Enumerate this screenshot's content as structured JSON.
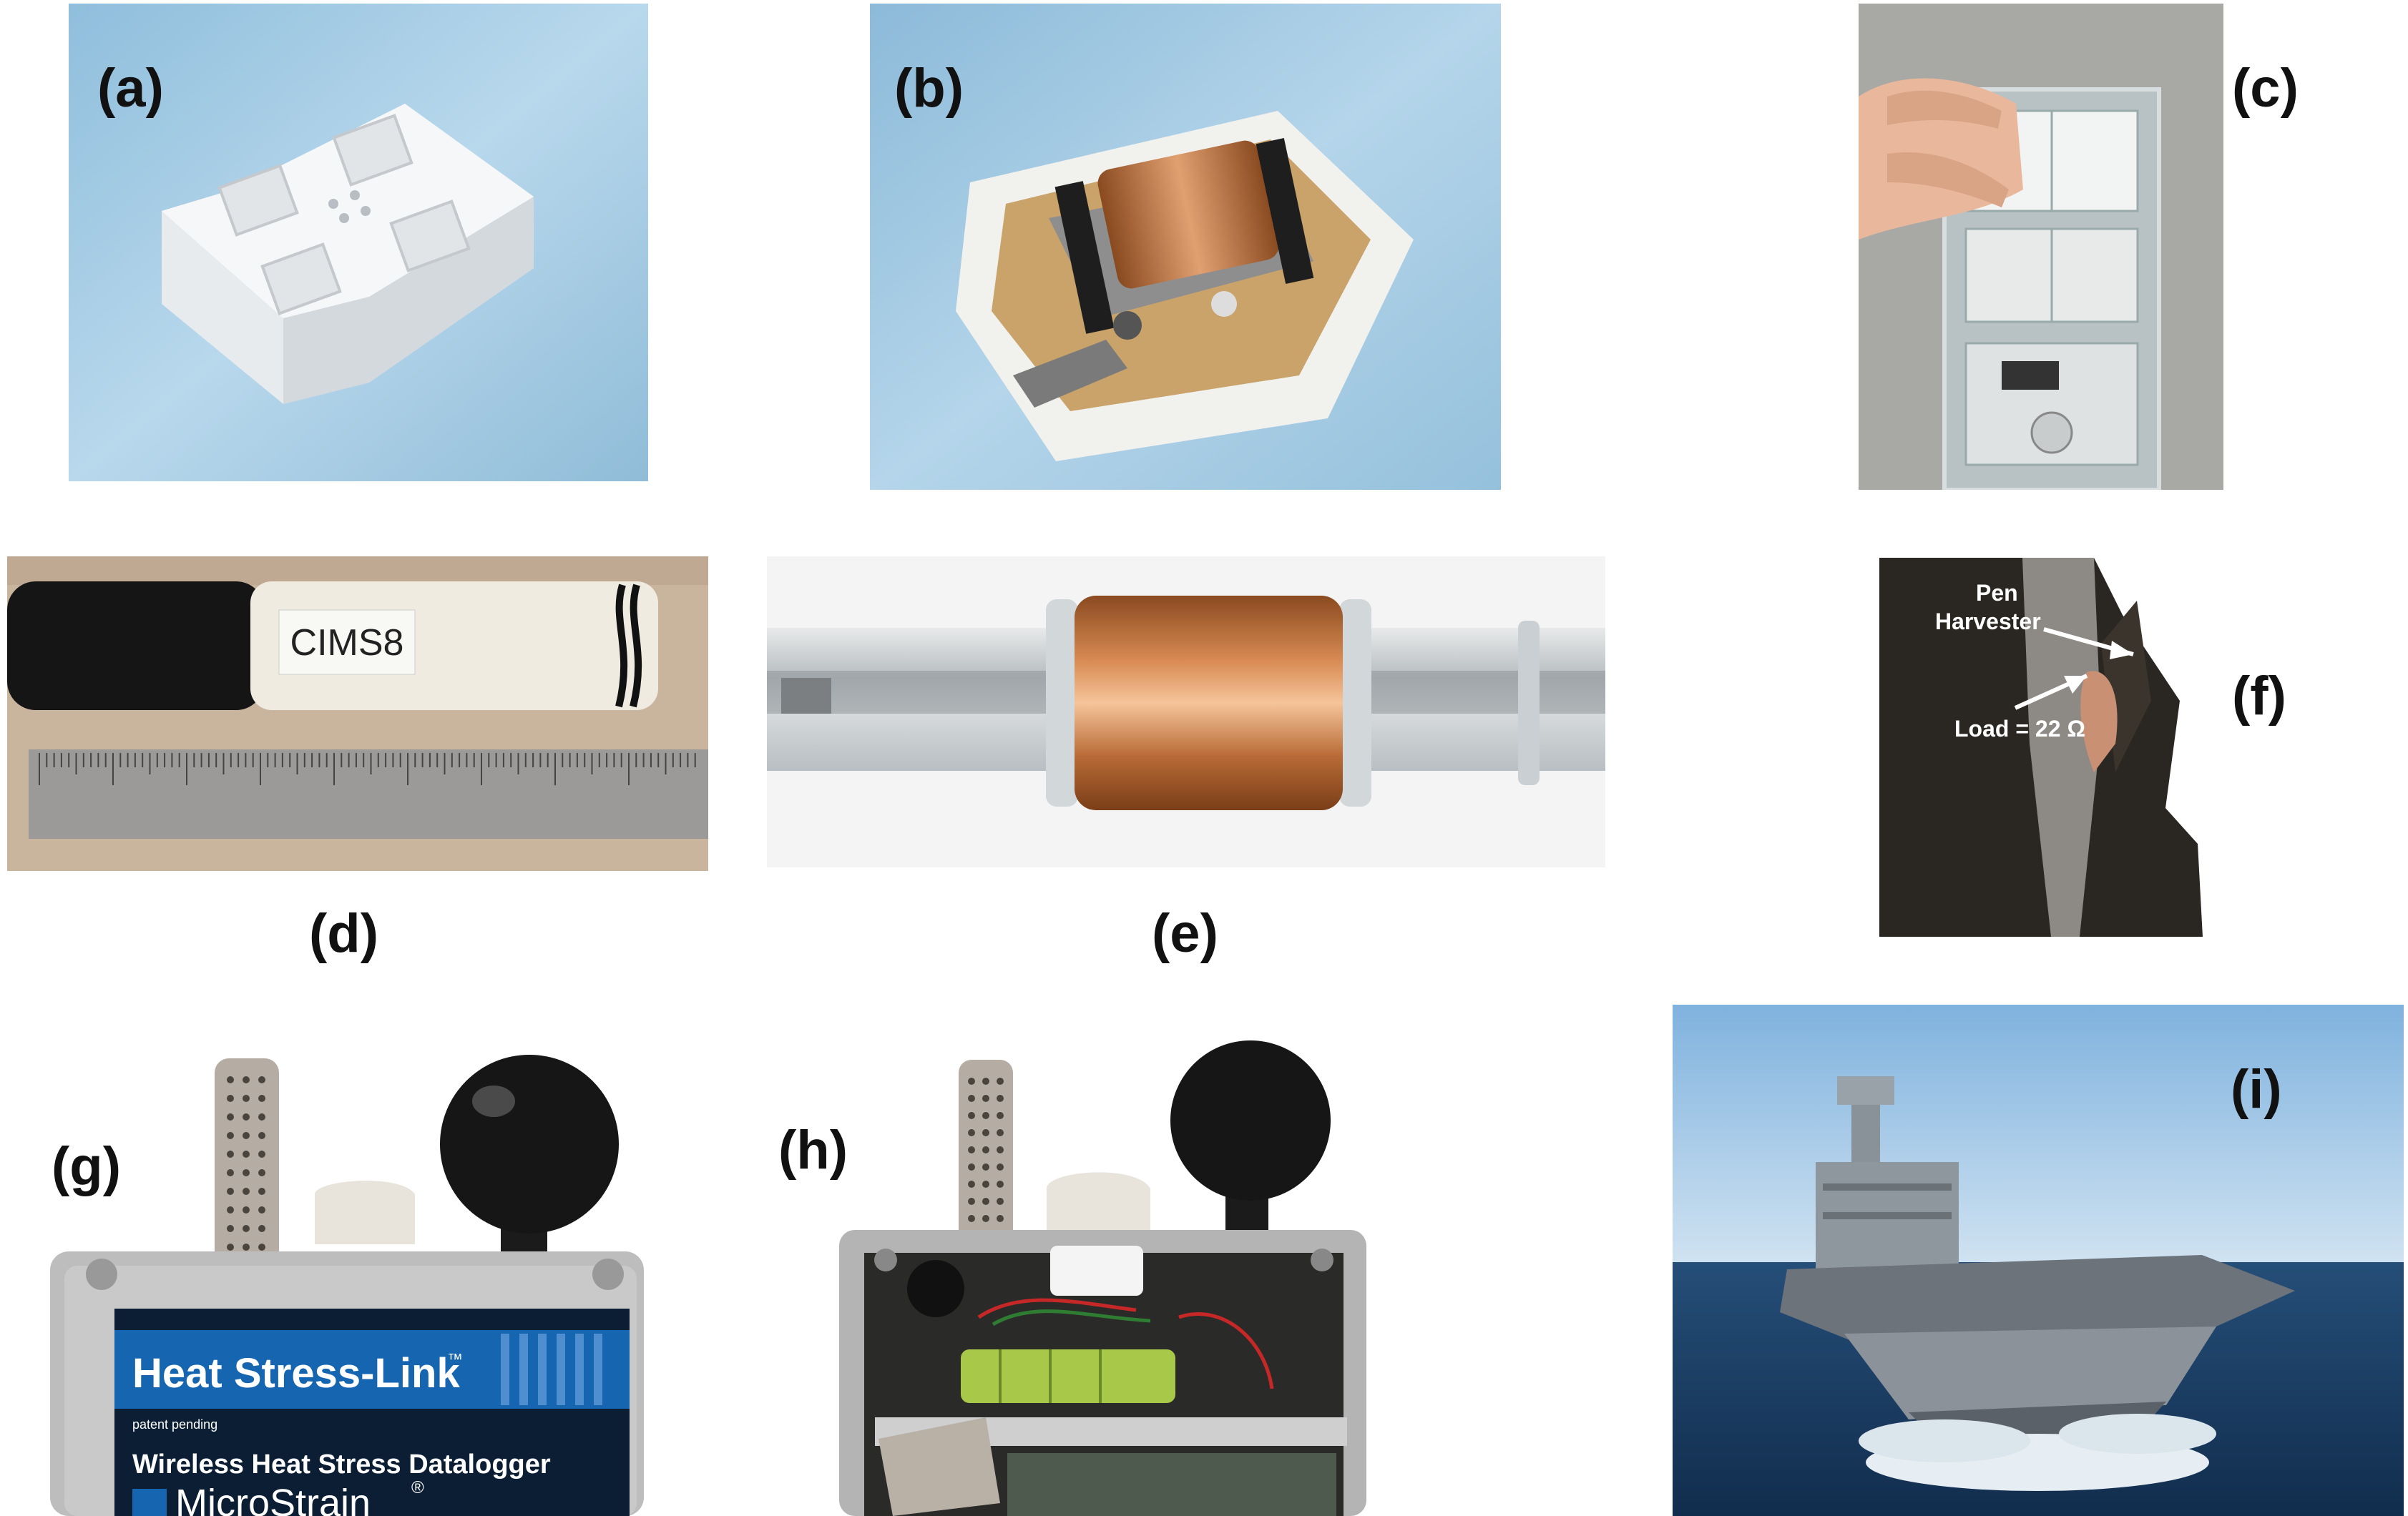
{
  "labels": {
    "a": "(a)",
    "b": "(b)",
    "c": "(c)",
    "d": "(d)",
    "e": "(e)",
    "f": "(f)",
    "g": "(g)",
    "h": "(h)",
    "i": "(i)"
  },
  "panel_d": {
    "tube_text": "CIMS8"
  },
  "panel_f": {
    "annotation_1": "Pen",
    "annotation_2": "Harvester",
    "annotation_3": "Load = 22 Ω"
  },
  "panel_g": {
    "brand": "Heat Stress-Link",
    "trademark": "™",
    "patent": "patent pending",
    "product": "Wireless Heat Stress Datalogger",
    "maker": "MicroStrain",
    "registered": "®"
  },
  "colors": {
    "sky_blue": "#a8cfe6",
    "copper": "#c0703a",
    "wall_gray": "#a9a9a6",
    "sea": "#1d4f7a",
    "label_blue": "#1565b0"
  }
}
